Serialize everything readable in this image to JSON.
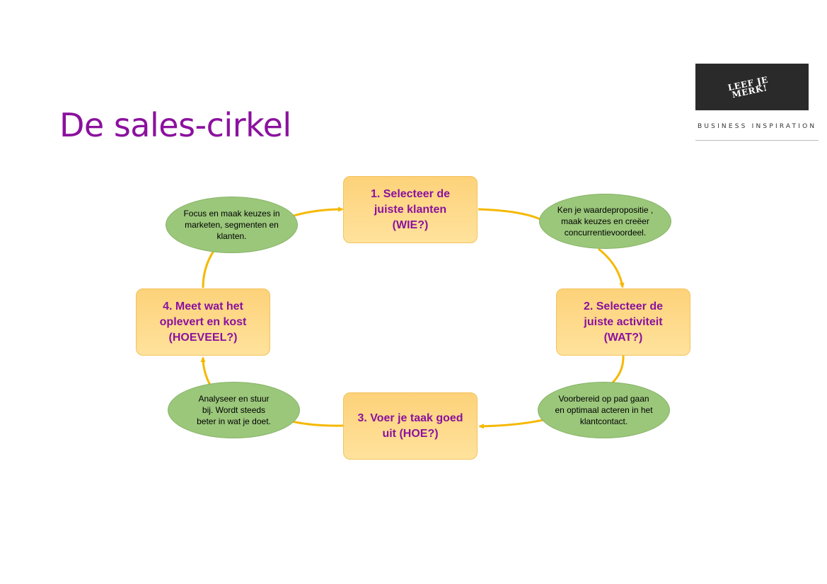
{
  "page": {
    "title": "De sales-cirkel"
  },
  "branding": {
    "logo_line1": "LEEF JE",
    "logo_line2": "MERK!",
    "tagline": "BUSINESS INSPIRATION"
  },
  "diagram": {
    "steps": [
      {
        "label": "1.  Selecteer de\n   juiste klanten\n    (WIE?)"
      },
      {
        "label": "2. Selecteer de\n   juiste activiteit\n   (WAT?)"
      },
      {
        "label": "3. Voer je taak goed\n   uit (HOE?)"
      },
      {
        "label": "4. Meet wat het\n   oplevert en kost\n   (HOEVEEL?)"
      }
    ],
    "notes": [
      {
        "text": "Focus en maak keuzes in\nmarketen, segmenten en\nklanten."
      },
      {
        "text": "Ken je waardepropositie ,\nmaak keuzes en creëer\nconcurrentievoordeel."
      },
      {
        "text": "Voorbereid op pad gaan\nen optimaal acteren in het\nklantcontact."
      },
      {
        "text": "Analyseer en stuur\nbij. Wordt steeds\nbeter in wat je doet."
      }
    ],
    "colors": {
      "step_fill": "#fdd27a",
      "step_text": "#8b119e",
      "note_fill": "#9bc77b",
      "arrow": "#f5b800"
    }
  }
}
